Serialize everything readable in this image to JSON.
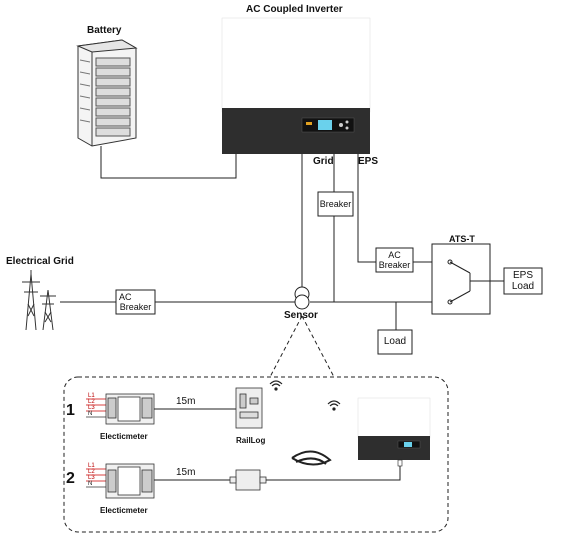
{
  "labels": {
    "battery": "Battery",
    "inverter": "AC Coupled Inverter",
    "grid_port": "Grid",
    "eps_port": "EPS",
    "breaker": "Breaker",
    "ats": "ATS-T",
    "ac_breaker_ac": "AC",
    "ac_breaker_breaker": "Breaker",
    "eps_load_1": "EPS",
    "eps_load_2": "Load",
    "electrical_grid": "Electrical Grid",
    "sensor": "Sensor",
    "load": "Load",
    "option_1": "1",
    "option_2": "2",
    "distance_1": "15m",
    "distance_2": "15m",
    "meter_1": "Electicmeter",
    "meter_2": "Electicmeter",
    "raillog": "RailLog",
    "phases": [
      "L1",
      "L2",
      "L3",
      "N"
    ]
  },
  "icons": {
    "wifi": "wifi-icon",
    "grid_tower": "transmission-tower-icon",
    "battery_rack": "battery-rack-icon"
  }
}
